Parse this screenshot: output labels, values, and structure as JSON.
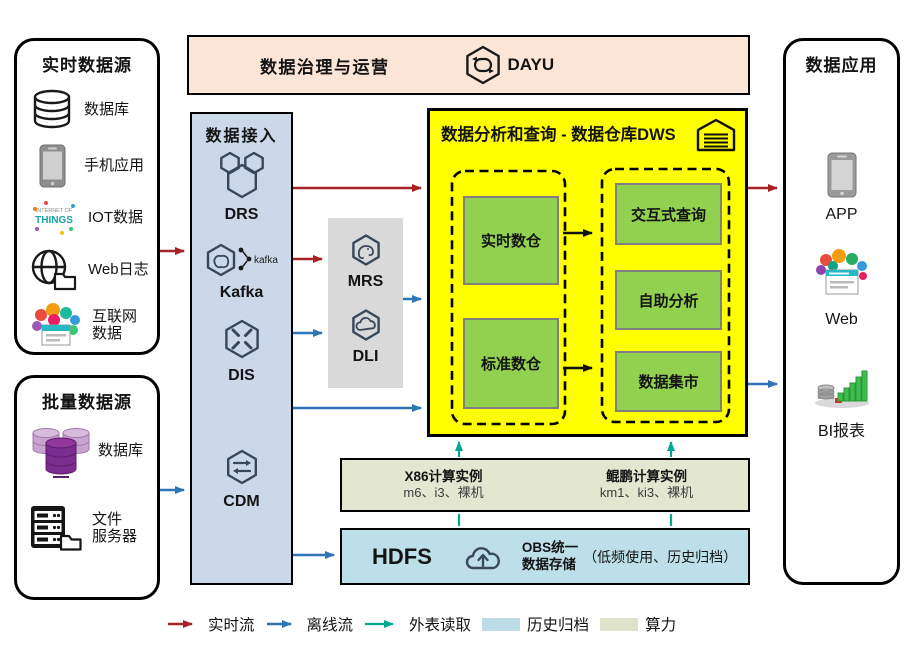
{
  "colors": {
    "realtime_flow": "#A62225",
    "offline_flow": "#2E75B6",
    "external_read": "#00A88E",
    "history_archive": "#BCDDE8",
    "compute_power": "#DFE3CA",
    "dws_bg": "#FFFF00",
    "green_box": "#92D050",
    "green_box_border": "#7F7F7F",
    "ingestion_bg": "#CBD8EA",
    "governance_bg": "#FBE5D6",
    "gray_box_bg": "#D9D9D9",
    "compute_bg": "#E3E7D0",
    "hdfs_bg": "#BCDFE9"
  },
  "realtime_sources": {
    "title": "实时数据源",
    "items": [
      {
        "label": "数据库"
      },
      {
        "label": "手机应用"
      },
      {
        "label": "IOT数据"
      },
      {
        "label": "Web日志"
      },
      {
        "label": "互联网\n数据"
      }
    ]
  },
  "batch_sources": {
    "title": "批量数据源",
    "items": [
      {
        "label": "数据库"
      },
      {
        "label": "文件\n服务器"
      }
    ]
  },
  "governance": {
    "title": "数据治理与运营",
    "product": "DAYU"
  },
  "ingestion": {
    "title": "数据接入",
    "services": [
      {
        "name": "DRS"
      },
      {
        "name": "Kafka",
        "logo": "kafka"
      },
      {
        "name": "DIS"
      },
      {
        "name": "CDM"
      }
    ]
  },
  "processing": {
    "services": [
      {
        "name": "MRS"
      },
      {
        "name": "DLI"
      }
    ]
  },
  "dws": {
    "title": "数据分析和查询 - 数据仓库DWS",
    "left_modules": [
      {
        "label": "实时数仓"
      },
      {
        "label": "标准数仓"
      }
    ],
    "right_modules": [
      {
        "label": "交互式查询"
      },
      {
        "label": "自助分析"
      },
      {
        "label": "数据集市"
      }
    ]
  },
  "compute_instances": {
    "x86": {
      "title": "X86计算实例",
      "specs": "m6、i3、裸机"
    },
    "kunpeng": {
      "title": "鲲鹏计算实例",
      "specs": "km1、ki3、裸机"
    }
  },
  "storage": {
    "hdfs": "HDFS",
    "obs": "OBS统一\n数据存储",
    "note": "（低频使用、历史归档）"
  },
  "applications": {
    "title": "数据应用",
    "items": [
      {
        "label": "APP"
      },
      {
        "label": "Web"
      },
      {
        "label": "BI报表"
      }
    ]
  },
  "legend": {
    "realtime": "实时流",
    "offline": "离线流",
    "external": "外表读取",
    "archive": "历史归档",
    "compute": "算力"
  }
}
